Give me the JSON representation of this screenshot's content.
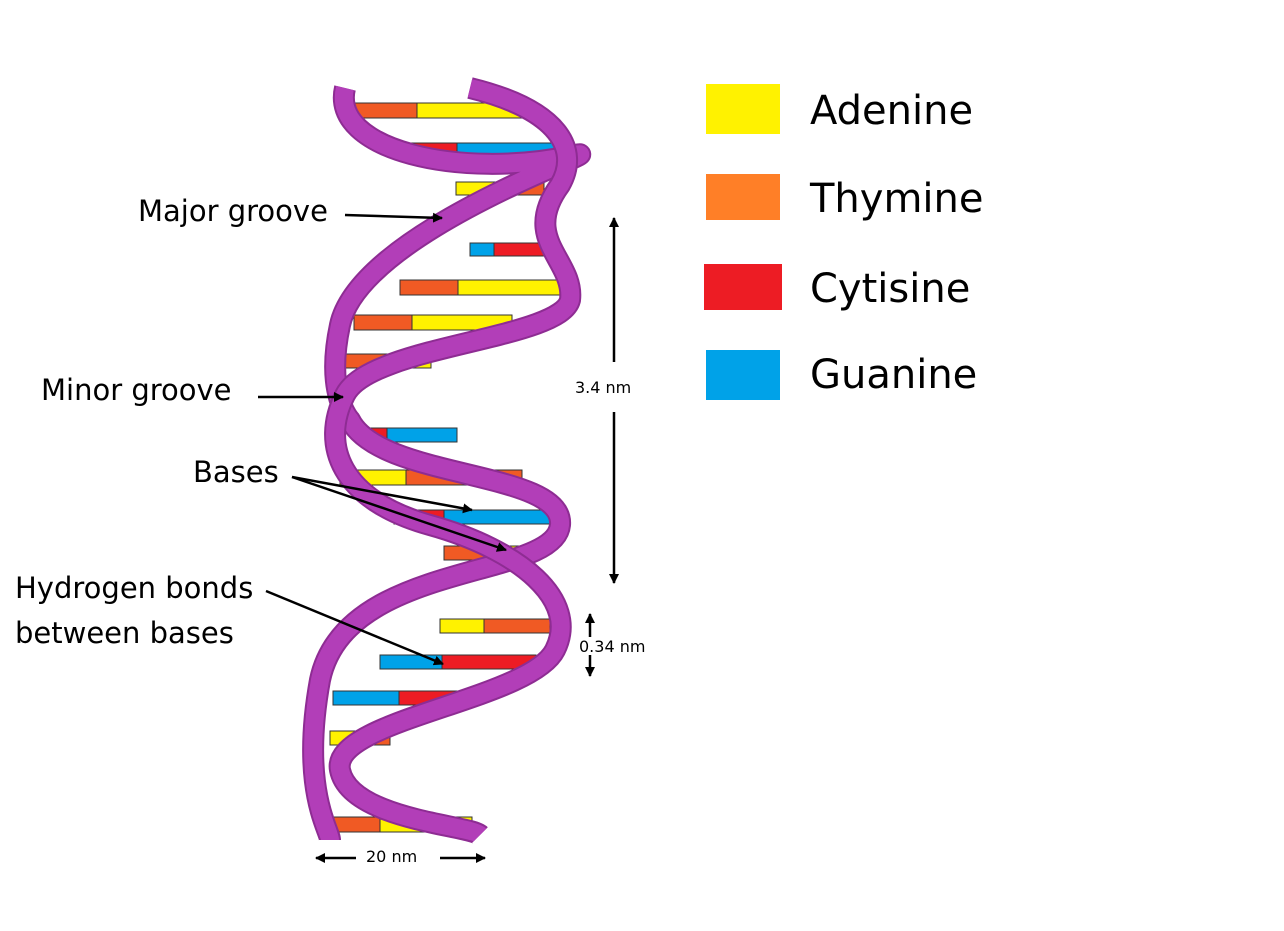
{
  "labels": {
    "major_groove": "Major groove",
    "minor_groove": "Minor groove",
    "bases": "Bases",
    "hydrogen_line1": "Hydrogen bonds",
    "hydrogen_line2": "between bases"
  },
  "dimensions": {
    "turn": "3.4 nm",
    "rise": "0.34 nm",
    "width": "20 nm"
  },
  "legend": [
    {
      "name": "Adenine",
      "color": "#FFF200"
    },
    {
      "name": "Thymine",
      "color": "#FF7F27"
    },
    {
      "name": "Cytisine",
      "color": "#ED1C24"
    },
    {
      "name": "Guanine",
      "color": "#00A2E8"
    }
  ],
  "colors": {
    "backbone": "#B23EB8",
    "thymine_bar": "#F05A24"
  }
}
